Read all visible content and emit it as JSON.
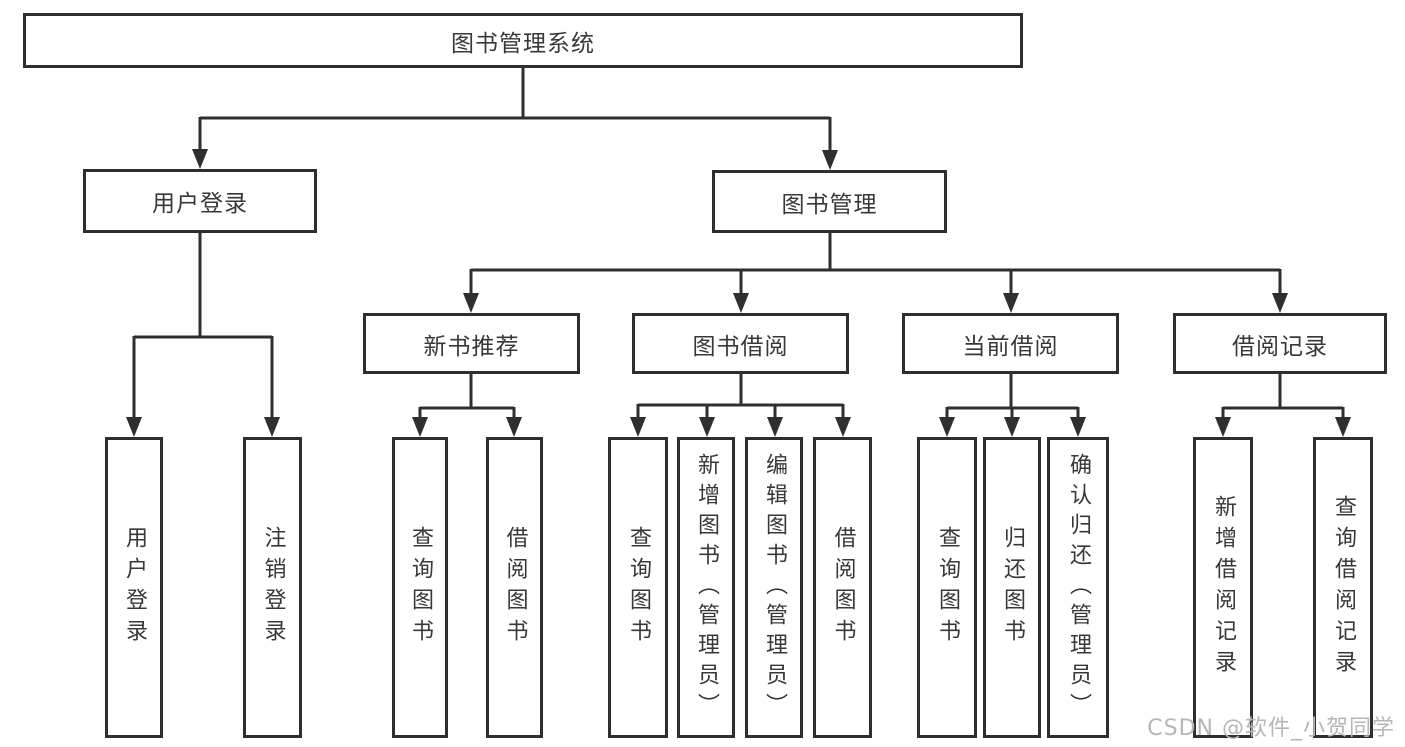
{
  "diagram": {
    "type": "hierarchy-tree",
    "nodes": {
      "root": {
        "label": "图书管理系统"
      },
      "user_login": {
        "label": "用户登录"
      },
      "book_mgmt": {
        "label": "图书管理"
      },
      "new_book_rec": {
        "label": "新书推荐"
      },
      "book_borrow": {
        "label": "图书借阅"
      },
      "current_borrow": {
        "label": "当前借阅"
      },
      "borrow_record": {
        "label": "借阅记录"
      },
      "leaf_user_login": {
        "label": "用户登录"
      },
      "leaf_logout": {
        "label": "注销登录"
      },
      "leaf_newbook_query": {
        "label": "查询图书"
      },
      "leaf_newbook_borrow": {
        "label": "借阅图书"
      },
      "leaf_borrow_query": {
        "label": "查询图书"
      },
      "leaf_borrow_add": {
        "label": "新增图书（管理员）"
      },
      "leaf_borrow_edit": {
        "label": "编辑图书（管理员）"
      },
      "leaf_borrow_borrow": {
        "label": "借阅图书"
      },
      "leaf_current_query": {
        "label": "查询图书"
      },
      "leaf_current_return": {
        "label": "归还图书"
      },
      "leaf_current_confirm": {
        "label": "确认归还（管理员）"
      },
      "leaf_record_add": {
        "label": "新增借阅记录"
      },
      "leaf_record_query": {
        "label": "查询借阅记录"
      }
    },
    "edges": [
      [
        "root",
        "user_login"
      ],
      [
        "root",
        "book_mgmt"
      ],
      [
        "user_login",
        "leaf_user_login"
      ],
      [
        "user_login",
        "leaf_logout"
      ],
      [
        "book_mgmt",
        "new_book_rec"
      ],
      [
        "book_mgmt",
        "book_borrow"
      ],
      [
        "book_mgmt",
        "current_borrow"
      ],
      [
        "book_mgmt",
        "borrow_record"
      ],
      [
        "new_book_rec",
        "leaf_newbook_query"
      ],
      [
        "new_book_rec",
        "leaf_newbook_borrow"
      ],
      [
        "book_borrow",
        "leaf_borrow_query"
      ],
      [
        "book_borrow",
        "leaf_borrow_add"
      ],
      [
        "book_borrow",
        "leaf_borrow_edit"
      ],
      [
        "book_borrow",
        "leaf_borrow_borrow"
      ],
      [
        "current_borrow",
        "leaf_current_query"
      ],
      [
        "current_borrow",
        "leaf_current_return"
      ],
      [
        "current_borrow",
        "leaf_current_confirm"
      ],
      [
        "borrow_record",
        "leaf_record_add"
      ],
      [
        "borrow_record",
        "leaf_record_query"
      ]
    ]
  },
  "watermark": {
    "text": "CSDN @软件_小贺同学"
  },
  "colors": {
    "line": "#2f2f2f",
    "border": "#2e2e2e",
    "text": "#383838",
    "watermark": "#b6b6b6",
    "background": "#ffffff"
  }
}
